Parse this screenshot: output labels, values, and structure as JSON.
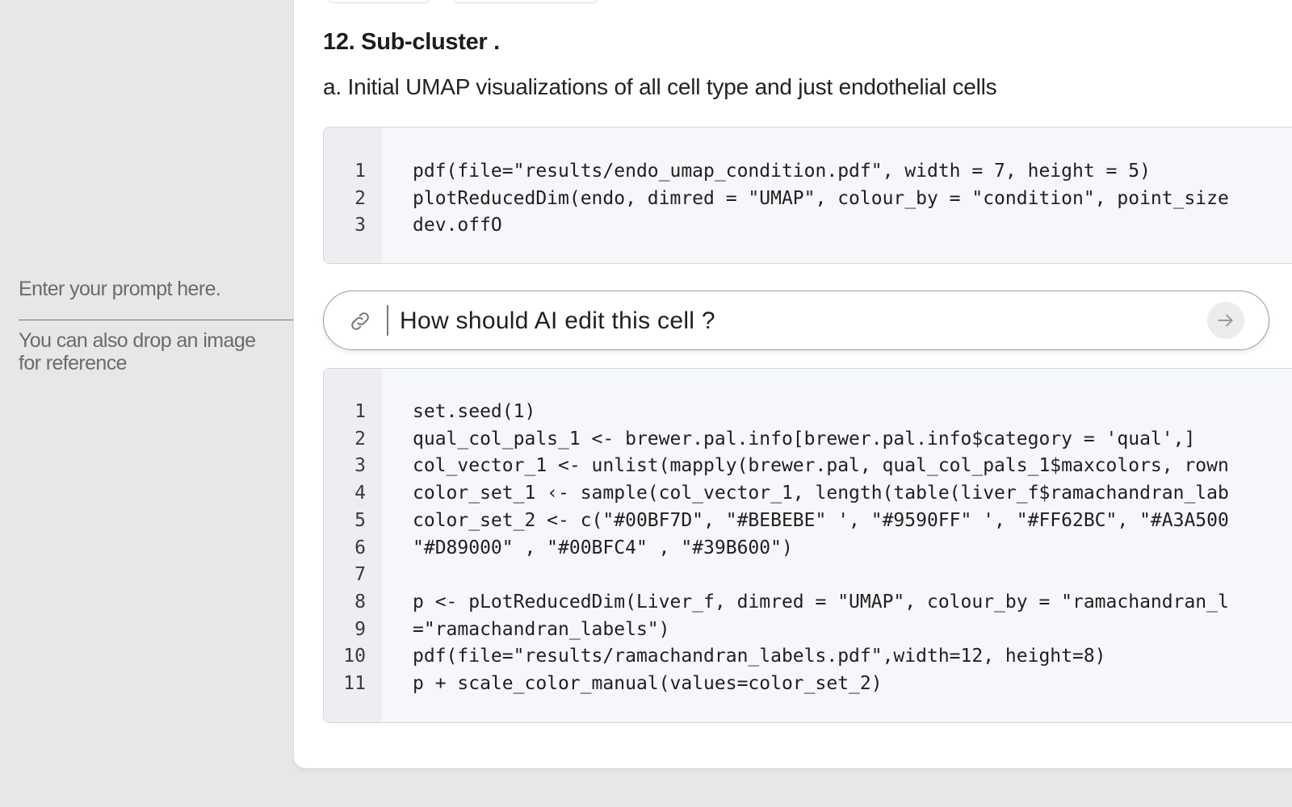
{
  "annotation": {
    "line1": "Enter your prompt here.",
    "line2": "You can also drop an image for reference"
  },
  "section": {
    "heading": "12. Sub-cluster .",
    "subheading": "a. Initial UMAP visualizations of all cell type and just endothelial cells"
  },
  "code_cell_1": {
    "lines": [
      {
        "n": "1",
        "code": "pdf(file=\"results/endo_umap_condition.pdf\", width = 7, height = 5)"
      },
      {
        "n": "2",
        "code": "plotReducedDim(endo, dimred = \"UMAP\", colour_by = \"condition\", point_size"
      },
      {
        "n": "3",
        "code": "dev.offO"
      }
    ]
  },
  "prompt": {
    "icon": "link-icon",
    "placeholder": "How should AI edit this cell ?",
    "send_icon": "arrow-right-icon"
  },
  "code_cell_2": {
    "lines": [
      {
        "n": "1",
        "code": "set.seed(1)"
      },
      {
        "n": "2",
        "code": "qual_col_pals_1 <- brewer.pal.info[brewer.pal.info$category = 'qual',]"
      },
      {
        "n": "3",
        "code": "col_vector_1 <- unlist(mapply(brewer.pal, qual_col_pals_1$maxcolors, rown"
      },
      {
        "n": "4",
        "code": "color_set_1 ‹- sample(col_vector_1, length(table(liver_f$ramachandran_lab"
      },
      {
        "n": "5",
        "code": "color_set_2 <- c(\"#00BF7D\", \"#BEBEBE\" ', \"#9590FF\" ', \"#FF62BC\", \"#A3A500"
      },
      {
        "n": "6",
        "code": "\"#D89000\" , \"#00BFC4\" , \"#39B600\")"
      },
      {
        "n": "7",
        "code": ""
      },
      {
        "n": "8",
        "code": "p <- pLotReducedDim(Liver_f, dimred = \"UMAP\", colour_by = \"ramachandran_l"
      },
      {
        "n": "9",
        "code": "=\"ramachandran_labels\")"
      },
      {
        "n": "10",
        "code": "pdf(file=\"results/ramachandran_labels.pdf\",width=12, height=8)"
      },
      {
        "n": "11",
        "code": "p + scale_color_manual(values=color_set_2)"
      }
    ]
  },
  "colors": {
    "background": "#e7e7e7",
    "panel": "#ffffff",
    "code_bg": "#f6f7fa",
    "gutter_bg": "#eceef2"
  }
}
